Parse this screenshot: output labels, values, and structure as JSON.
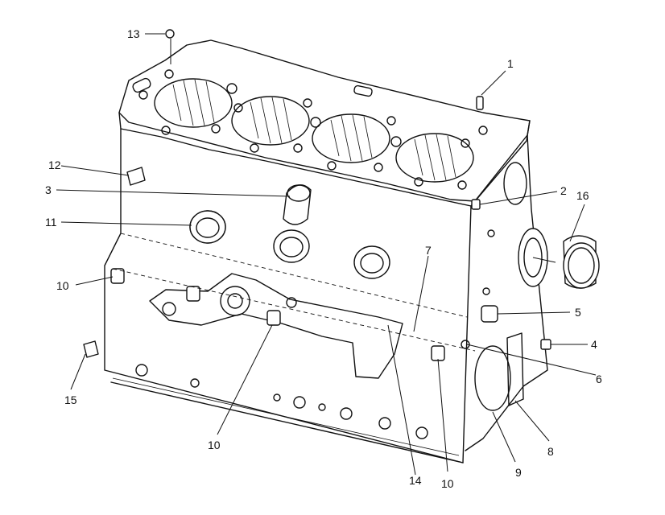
{
  "callouts": [
    {
      "label": "1"
    },
    {
      "label": "2"
    },
    {
      "label": "3"
    },
    {
      "label": "4"
    },
    {
      "label": "5"
    },
    {
      "label": "6"
    },
    {
      "label": "7"
    },
    {
      "label": "8"
    },
    {
      "label": "9"
    },
    {
      "label": "10"
    },
    {
      "label": "10"
    },
    {
      "label": "10"
    },
    {
      "label": "11"
    },
    {
      "label": "12"
    },
    {
      "label": "13"
    },
    {
      "label": "14"
    },
    {
      "label": "15"
    },
    {
      "label": "16"
    }
  ]
}
